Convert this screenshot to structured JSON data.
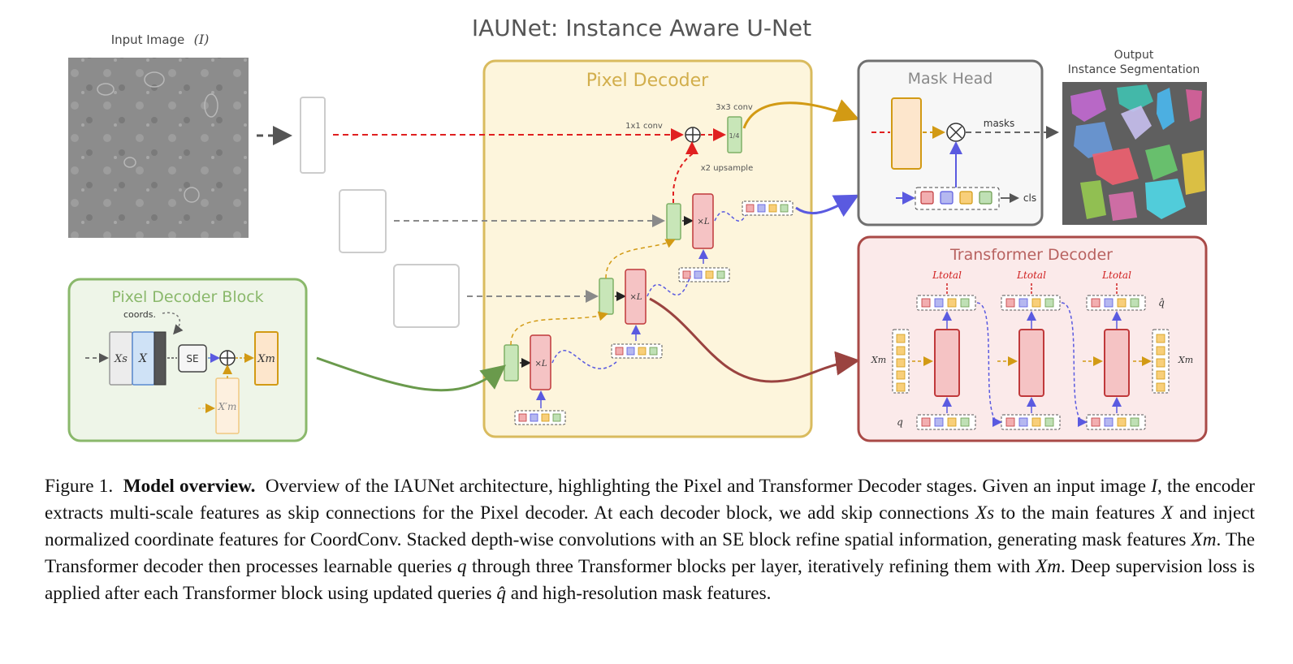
{
  "figure": {
    "title": "IAUNet: Instance Aware U-Net",
    "input_label": "Input Image",
    "input_symbol": "(I)",
    "output_label_line1": "Output",
    "output_label_line2": "Instance Segmentation",
    "pixel_decoder": {
      "title": "Pixel Decoder",
      "conv1": "1x1 conv",
      "conv3": "3x3 conv",
      "scale": "1/4",
      "upsample": "x2 upsample",
      "times_L": "×L"
    },
    "mask_head": {
      "title": "Mask Head",
      "masks_label": "masks",
      "cls_label": "cls"
    },
    "pixel_decoder_block": {
      "title": "Pixel Decoder Block",
      "coords_label": "coords.",
      "xs": "Xs",
      "x": "X",
      "se": "SE",
      "xm": "Xm",
      "xm_prime": "X′m"
    },
    "transformer_decoder": {
      "title": "Transformer Decoder",
      "loss": "Ltotal",
      "q_hat": "q̂",
      "xm_label": "Xm",
      "q_label": "q"
    },
    "colors": {
      "pixel_decoder_fill": "#fdf5dc",
      "pixel_decoder_border": "#d9bb5e",
      "mask_head_border": "#707070",
      "transformer_fill": "#fbeaea",
      "transformer_border": "#a94a47",
      "block_fill": "#eef5e8",
      "block_border": "#8ab86b",
      "red_token": "#f2aeb0",
      "blue_token": "#b5b8f0",
      "yellow_token": "#f8cf7a",
      "green_token": "#bfe0b5"
    }
  },
  "caption": {
    "label": "Figure 1.",
    "bold": "Model overview.",
    "s1": "Overview of the IAUNet architecture, highlighting the Pixel and Transformer Decoder stages. Given an input image",
    "v_I": "I",
    "s2": ", the encoder extracts multi-scale features as skip connections for the Pixel decoder. At each decoder block, we add skip connections",
    "v_Xs": "Xs",
    "s3": "to the main features",
    "v_X": "X",
    "s4": "and inject normalized coordinate features for CoordConv. Stacked depth-wise convolutions with an SE block refine spatial information, generating mask features",
    "v_Xm1": "Xm",
    "s5": ". The Transformer decoder then processes learnable queries",
    "v_q": "q",
    "s6": "through three Transformer blocks per layer, iteratively refining them with",
    "v_Xm2": "Xm",
    "s7": ". Deep supervision loss is applied after each Transformer block using updated queries",
    "v_qhat": "q̂",
    "s8": "and high-resolution mask features."
  }
}
